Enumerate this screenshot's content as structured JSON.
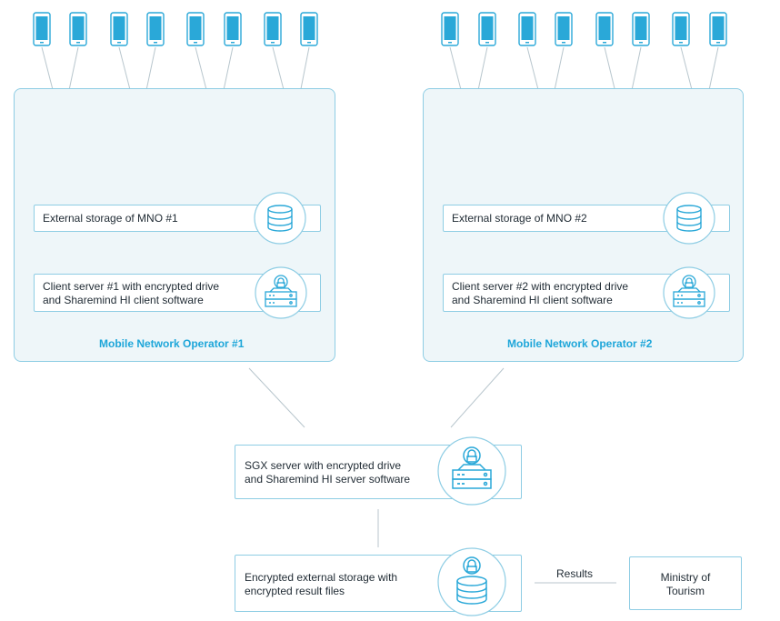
{
  "colors": {
    "accent": "#1ea6d9",
    "border": "#8ecde4",
    "panel": "#eef6f9",
    "line": "#b8c6cd",
    "icon": "#2aa8d8"
  },
  "mno1": {
    "storage_label": "External storage of MNO #1",
    "client_line1": "Client server #1 with encrypted drive",
    "client_line2": "and Sharemind HI client software",
    "caption": "Mobile Network Operator #1"
  },
  "mno2": {
    "storage_label": "External storage of MNO #2",
    "client_line1": "Client server #2 with encrypted drive",
    "client_line2": "and Sharemind HI client software",
    "caption": "Mobile Network Operator #2"
  },
  "sgx": {
    "line1": "SGX server with encrypted drive",
    "line2": "and Sharemind HI server software"
  },
  "results_storage": {
    "line1": "Encrypted external storage with",
    "line2": "encrypted result files"
  },
  "results_label": "Results",
  "ministry": {
    "line1": "Ministry of",
    "line2": "Tourism"
  },
  "icons": {
    "phone": "smartphone-icon",
    "tower": "cell-tower-icon",
    "database": "database-icon",
    "server": "locked-server-icon",
    "locked_db": "locked-database-icon"
  }
}
